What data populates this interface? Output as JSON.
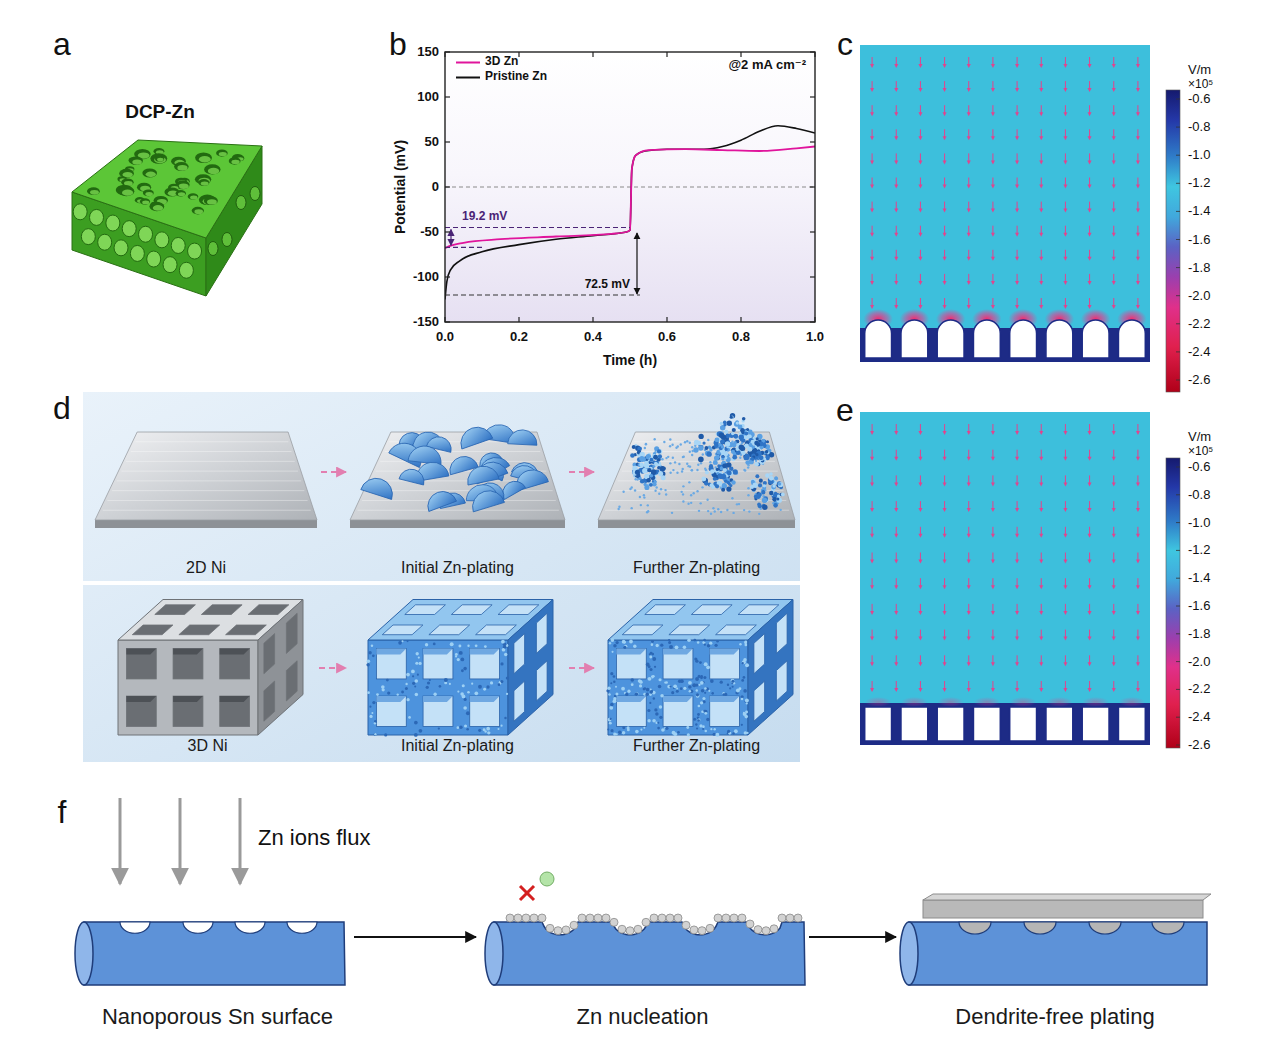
{
  "diagram": {
    "nodes": [
      {
        "text": [
          "2D Ni"
        ]
      },
      {
        "text": [
          "Initial Zn-plating"
        ]
      },
      {
        "text": [
          "Further Zn-plating"
        ]
      },
      {
        "text": [
          "3D Ni"
        ]
      },
      {
        "text": [
          "Initial Zn-plating"
        ]
      },
      {
        "text": [
          "Further Zn-plating"
        ]
      },
      {
        "text": [
          "Nanoporous Sn surface"
        ]
      },
      {
        "text": [
          "Zn nucleation"
        ]
      },
      {
        "text": [
          "Dendrite-free plating"
        ]
      }
    ],
    "edges": [
      {
        "from": 0,
        "to": 1,
        "arrow": "to"
      },
      {
        "from": 1,
        "to": 2,
        "arrow": "to"
      },
      {
        "from": 3,
        "to": 4,
        "arrow": "to"
      },
      {
        "from": 4,
        "to": 5,
        "arrow": "to"
      },
      {
        "from": 6,
        "to": 7,
        "arrow": "to"
      },
      {
        "from": 7,
        "to": 8,
        "arrow": "to"
      }
    ],
    "labels": [
      "a",
      "DCP-Zn",
      "b",
      "Potential (mV)",
      "150",
      "100",
      "50",
      "0",
      "-50",
      "-100",
      "-150",
      "0.0",
      "0.2",
      "0.4",
      "0.6",
      "0.8",
      "1.0",
      "Time (h)",
      "@2 mA cm⁻²",
      "19.2 mV",
      "72.5 mV",
      "c",
      "V/m",
      "×10⁵",
      "-0.6",
      "-0.8",
      "-1.0",
      "-1.2",
      "-1.4",
      "-1.6",
      "-1.8",
      "-2.0",
      "-2.2",
      "-2.4",
      "-2.6",
      "d",
      "e",
      "V/m",
      "×10⁵",
      "-0.6",
      "-0.8",
      "-1.0",
      "-1.2",
      "-1.4",
      "-1.6",
      "-1.8",
      "-2.0",
      "-2.2",
      "-2.4",
      "-2.6",
      "f",
      "Zn ions flux"
    ],
    "legend": [
      {
        "text": "3D Zn"
      },
      {
        "text": "Pristine Zn"
      }
    ]
  }
}
